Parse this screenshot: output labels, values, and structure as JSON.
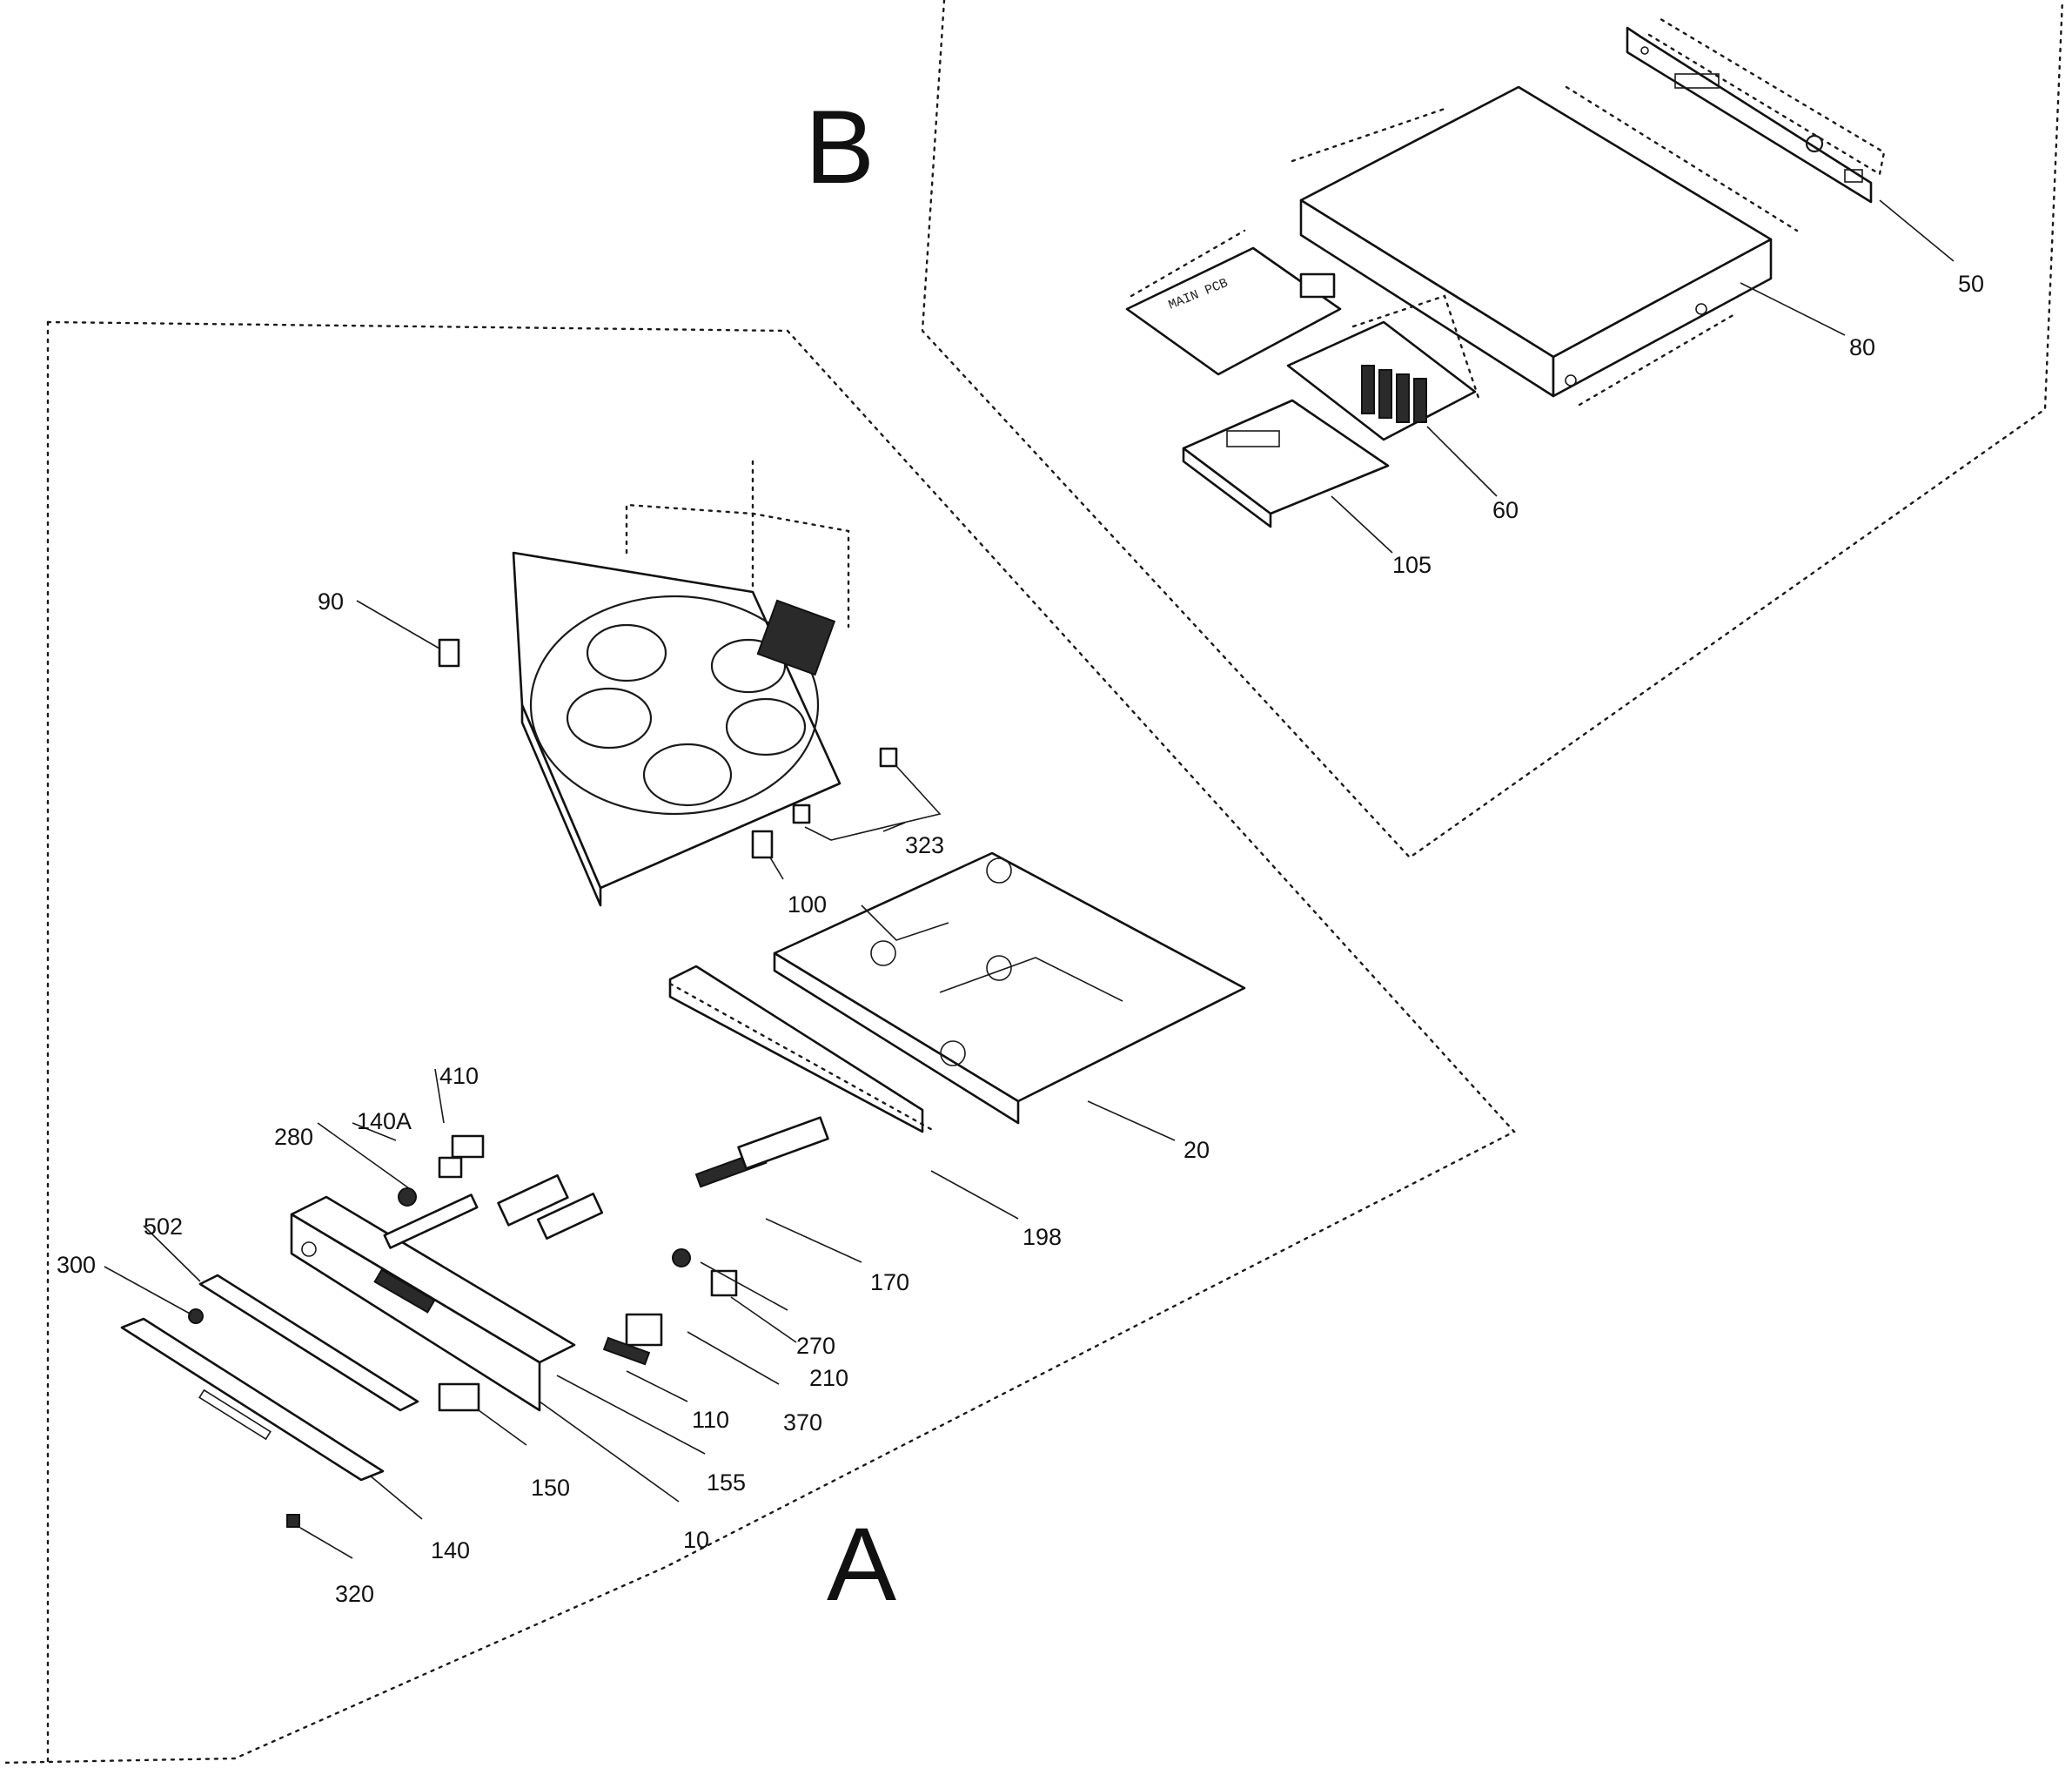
{
  "section_labels": {
    "a": "A",
    "b": "B"
  },
  "pcb_marking": "MAIN PCB",
  "part_labels": {
    "p50": "50",
    "p80": "80",
    "p60": "60",
    "p105": "105",
    "p90": "90",
    "p323": "323",
    "p100": "100",
    "p20": "20",
    "p198": "198",
    "p410": "410",
    "p140a": "140A",
    "p280": "280",
    "p502": "502",
    "p300": "300",
    "p170": "170",
    "p270": "270",
    "p210": "210",
    "p370": "370",
    "p110": "110",
    "p155": "155",
    "p150": "150",
    "p10": "10",
    "p140": "140",
    "p320": "320"
  }
}
